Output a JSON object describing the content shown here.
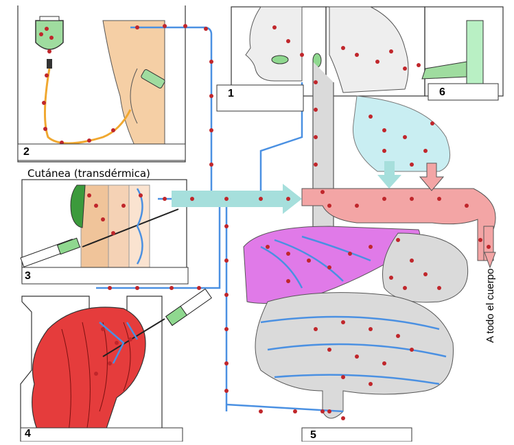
{
  "labels": {
    "p1": "1",
    "p2": "2",
    "p3": "3",
    "p4": "4",
    "p5": "5",
    "p6": "6"
  },
  "captions": {
    "cutanea": "Cutánea (transdérmica)",
    "todo_cuerpo": "A todo el cuerpo"
  },
  "colors": {
    "vessel": "#4a90e2",
    "iv_tube": "#f0a830",
    "drug_dot": "#c0262b",
    "lung": "#c9eef2",
    "heart": "#f3a5a5",
    "liver": "#e07ae8",
    "gut": "#dadada",
    "muscle": "#e53c3c",
    "skin": "#f5cfa5",
    "pill": "#8fd88f",
    "arrow": "#a6dfdc"
  }
}
